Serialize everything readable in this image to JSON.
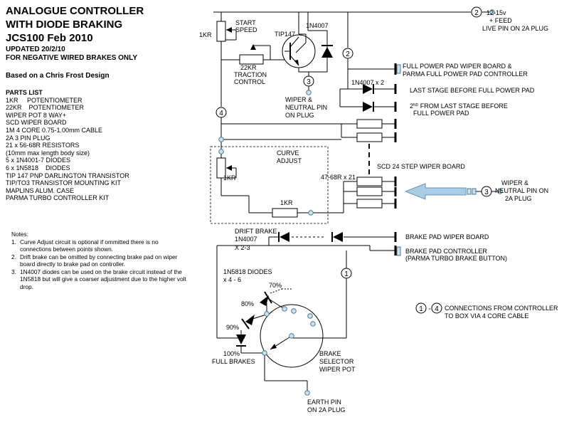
{
  "header": {
    "title_line1": "ANALOGUE CONTROLLER",
    "title_line2": "WITH DIODE BRAKING",
    "title_line3": "JCS100 Feb 2010",
    "updated": "UPDATED 20/2/10",
    "subtitle": "FOR NEGATIVE WIRED BRAKES ONLY",
    "credit": "Based on a Chris Frost Design"
  },
  "parts_list": {
    "heading": "PARTS LIST",
    "items": [
      "1KR     POTENTIOMETER",
      "22KR    POTENTIOMETER",
      "WIPER POT 8 WAY+",
      "SCD WIPER BOARD",
      "1M 4 CORE 0.75-1.00mm CABLE",
      "2A 3 PIN PLUG",
      "21 x 56-68R RESISTORS",
      "(10mm max length body size)",
      "5 x 1N4001-7 DIODES",
      "6 x 1N5818    DIODES",
      "TIP 147 PNP DARLINGTON TRANSISTOR",
      "TIP/TO3 TRANSISTOR MOUNTING KIT",
      "MAPLINS ALUM. CASE",
      "PARMA TURBO CONTROLLER KIT"
    ]
  },
  "notes": {
    "heading": "Notes:",
    "items": [
      {
        "num": "1.",
        "text": "Curve Adjust circuit is optional if ommitted there is no connections between points shown."
      },
      {
        "num": "2.",
        "text": "Drift brake can be omitted by connecting brake pad on wiper board directly to brake pad on controller."
      },
      {
        "num": "3.",
        "text": "1N4007 diodes can be used on the brake circuit instead of the 1N5818 but will give a coarser adjustment due to the higher volt drop."
      }
    ]
  },
  "labels": {
    "feed_num": "2",
    "feed_line1": "12-15v",
    "feed_line2": "+ FEED",
    "feed_line3": "LIVE PIN ON 2A PLUG",
    "start_speed_1": "START",
    "start_speed_2": "SPEED",
    "pot_1kr_top": "1KR",
    "tip147": "TIP147",
    "diode_1n4007": "1N4007",
    "traction_1": "22KR",
    "traction_2": "TRACTION",
    "traction_3": "CONTROL",
    "node3": "3",
    "wiper_neutral_1": "WIPER &",
    "wiper_neutral_2": "NEUTRAL PIN",
    "wiper_neutral_3": "ON PLUG",
    "node2_mid": "2",
    "full_power_1": "FULL POWER PAD WIPER BOARD &",
    "full_power_2": "PARMA FULL POWER PAD CONTROLLER",
    "diodes_x2": "1N4007 x 2",
    "last_stage": "LAST STAGE BEFORE FULL POWER PAD",
    "second_stage_1": "2",
    "second_stage_sup": "ND",
    "second_stage_2": " FROM LAST STAGE BEFORE",
    "second_stage_3": "FULL POWER PAD",
    "node4": "4",
    "curve_1": "CURVE",
    "curve_2": "ADJUST",
    "pot_1kr_curve": "1KR",
    "resistor_1kr": "1KR",
    "scd_board": "SCD 24 STEP WIPER BOARD",
    "resistors_21": "47-68R x 21",
    "node3_right": "3",
    "wiper_pin_1": "WIPER &",
    "wiper_pin_2": "NEUTRAL PIN ON",
    "wiper_pin_3": "2A PLUG",
    "drift_1": "DRIFT BRAKE",
    "drift_2": "1N4007",
    "drift_3": "X 2-3",
    "brake_pad_wiper": "BRAKE PAD WIPER BOARD",
    "brake_ctrl_1": "BRAKE PAD CONTROLLER",
    "brake_ctrl_2": "(PARMA TURBO BRAKE BUTTON)",
    "node1": "1",
    "diodes_5818_1": "1N5818 DIODES",
    "diodes_5818_2": "x 4 - 6",
    "pct70": "70%",
    "pct80": "80%",
    "pct90": "90%",
    "pct100": "100%",
    "full_brakes": "FULL BRAKES",
    "selector_1": "BRAKE",
    "selector_2": "SELECTOR",
    "selector_3": "WIPER POT",
    "earth_1": "EARTH PIN",
    "earth_2": "ON 2A PLUG",
    "legend_1": "1",
    "legend_dash": "-",
    "legend_4": "4",
    "legend_text_1": "CONNECTIONS FROM CONTROLLER",
    "legend_text_2": "TO BOX VIA 4 CORE CABLE"
  },
  "colors": {
    "wire": "#000000",
    "wiper_arrow_fill": "#a9cde4",
    "wiper_arrow_stroke": "#6e95b3",
    "node_fill": "#c9e3ee",
    "node_stroke": "#4d7891"
  }
}
